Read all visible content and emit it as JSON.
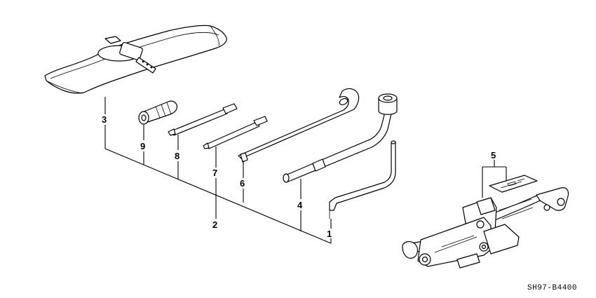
{
  "diagram": {
    "code": "SH97-B4400",
    "callouts": [
      "1",
      "2",
      "3",
      "4",
      "5",
      "6",
      "7",
      "8",
      "9"
    ]
  },
  "parts": [
    {
      "ref": "1",
      "icon": "jack-handle-icon"
    },
    {
      "ref": "2",
      "icon": "tool-set-icon"
    },
    {
      "ref": "3",
      "icon": "tool-bag-icon"
    },
    {
      "ref": "4",
      "icon": "wheel-nut-wrench-icon"
    },
    {
      "ref": "5",
      "icon": "jack-label-icon"
    },
    {
      "ref": "6",
      "icon": "extension-bar-icon"
    },
    {
      "ref": "7",
      "icon": "phillips-screwdriver-icon"
    },
    {
      "ref": "8",
      "icon": "flat-screwdriver-icon"
    },
    {
      "ref": "9",
      "icon": "screwdriver-grip-icon"
    }
  ]
}
